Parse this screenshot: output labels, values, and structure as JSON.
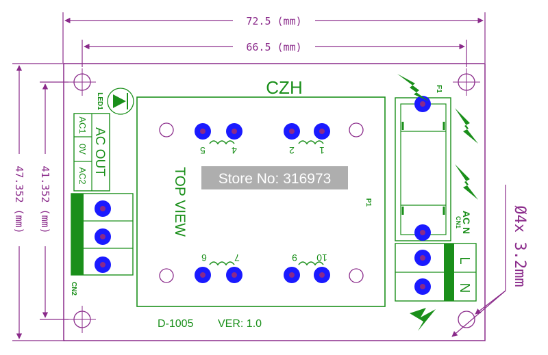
{
  "colors": {
    "dimension": "#8a2a8a",
    "silkscreen": "#1a8f1a",
    "pad": "#1a1aff",
    "mount_hole": "#8a2a8a",
    "watermark_bg": "#a0a0a0",
    "watermark_text": "#ffffff",
    "board_bg": "#ffffff"
  },
  "dimensions": {
    "total_width": "72.5 (mm)",
    "hole_spacing_x": "66.5 (mm)",
    "total_height": "47.352 (mm)",
    "hole_spacing_y": "41.352 (mm)",
    "hole_note": "Ø4x 3.2mm"
  },
  "board": {
    "brand": "CZH",
    "model": "D-1005",
    "version": "VER: 1.0",
    "top_view": "TOP VIEW",
    "relay_ref": "P1",
    "led_ref": "LED1",
    "fuse_ref": "F1",
    "cn1_ref": "CN1",
    "cn2_ref": "CN2",
    "ac_out": "AC OUT",
    "ac1": "AC1",
    "zero_v": "0V",
    "ac2": "AC2",
    "ac_n": "AC N",
    "l_label": "L",
    "n_label": "N",
    "pin1": "1",
    "pin2": "2",
    "pin4": "4",
    "pin5": "5",
    "pin6": "6",
    "pin7": "7",
    "pin9": "9",
    "pin10": "10"
  },
  "watermark": "Store No: 316973"
}
